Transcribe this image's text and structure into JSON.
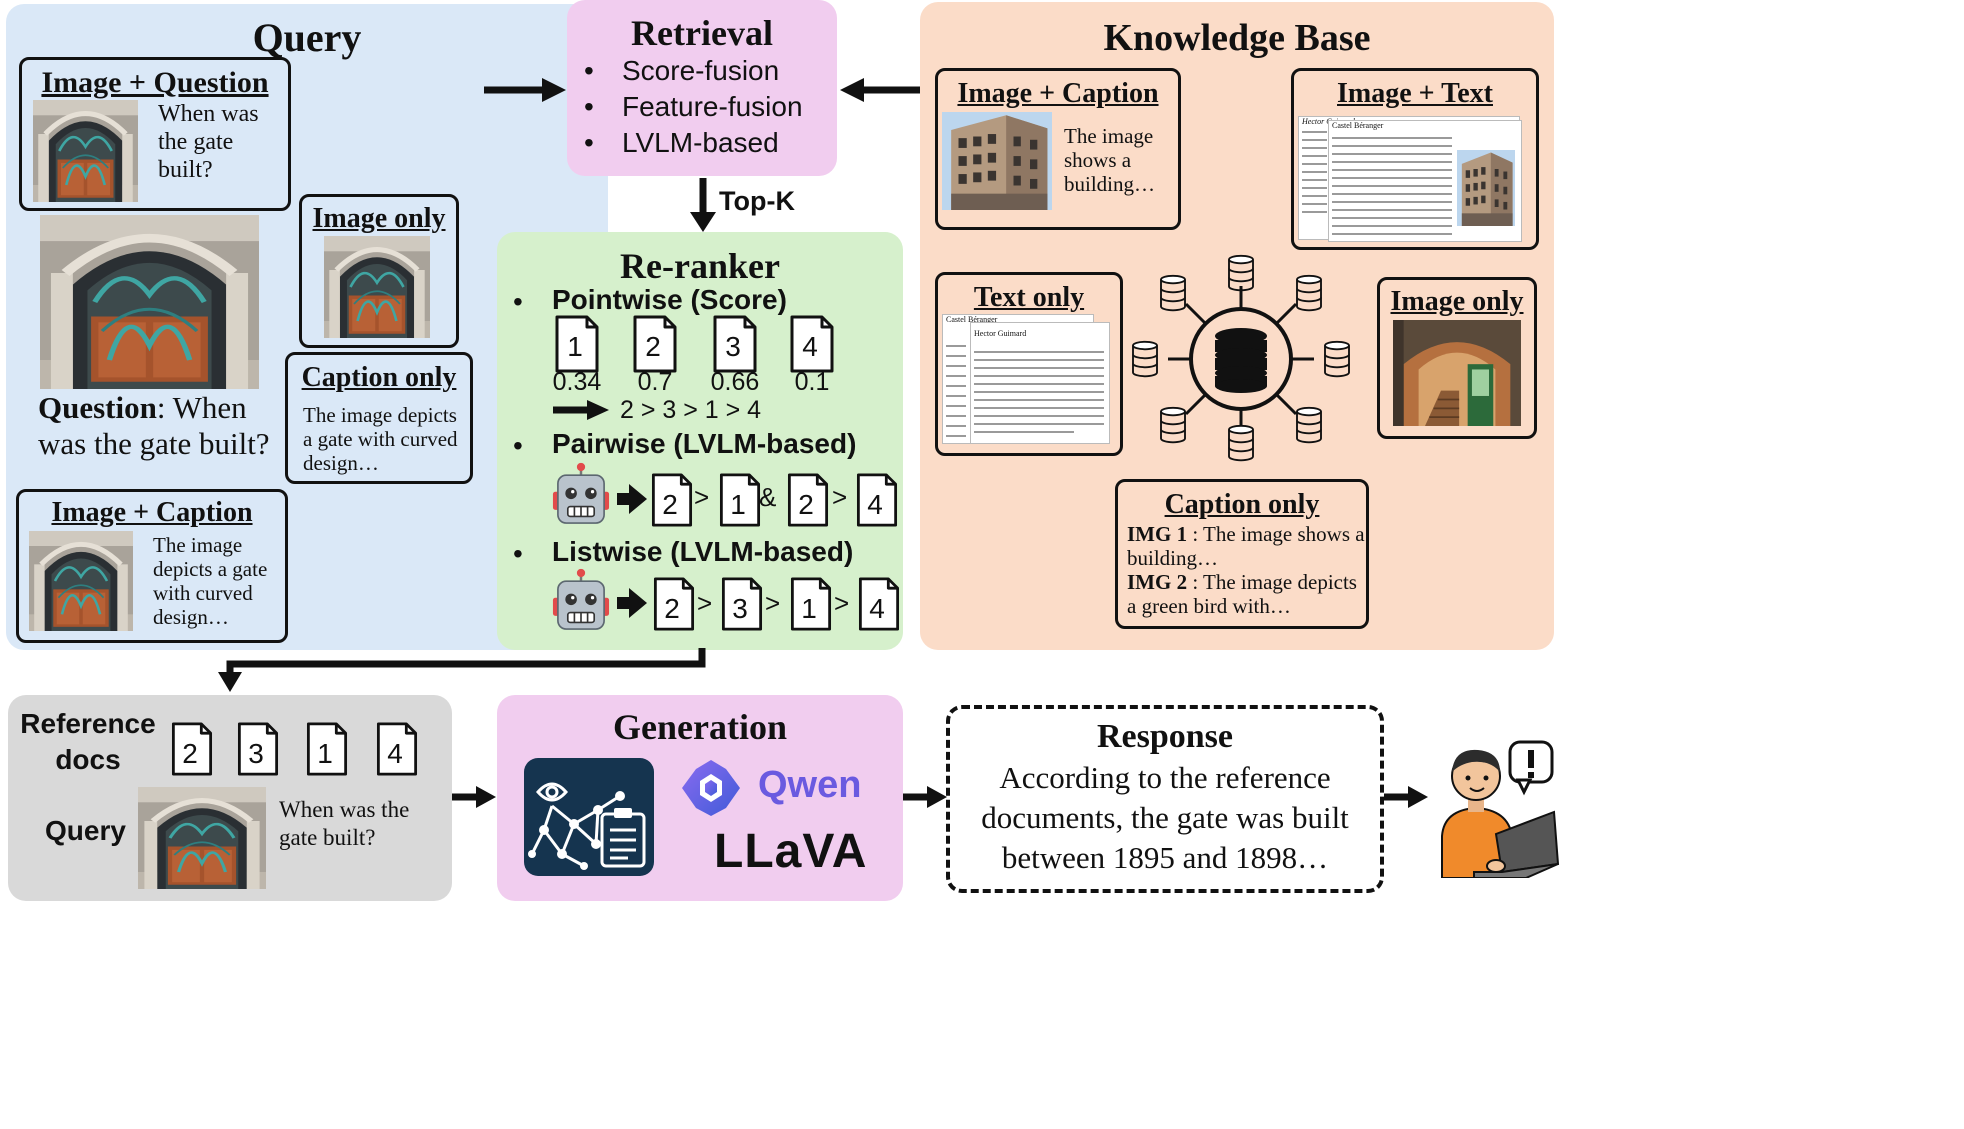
{
  "query": {
    "title": "Query",
    "image_question": {
      "title": "Image + Question",
      "text": "When was the gate built?"
    },
    "image_only": {
      "title": "Image only"
    },
    "question_label": "Question",
    "question_text": ": When was the gate built?",
    "caption_only": {
      "title": "Caption only",
      "text": "The image depicts a gate with curved design…"
    },
    "image_caption": {
      "title": "Image + Caption",
      "text": "The image depicts a gate with curved design…"
    }
  },
  "retrieval": {
    "title": "Retrieval",
    "items": [
      "Score-fusion",
      "Feature-fusion",
      "LVLM-based"
    ],
    "topk_label": "Top-K"
  },
  "knowledge_base": {
    "title": "Knowledge Base",
    "image_caption": {
      "title": "Image + Caption",
      "text": "The image shows a building…"
    },
    "image_text": {
      "title": "Image + Text",
      "wiki_title": "Hector Guimard",
      "wiki_title2": "Castel Béranger"
    },
    "text_only": {
      "title": "Text only",
      "wiki_title": "Castel Béranger",
      "wiki_title2": "Hector Guimard"
    },
    "image_only": {
      "title": "Image only"
    },
    "caption_only": {
      "title": "Caption only",
      "img1_label": "IMG 1",
      "img1_text": " : The image shows a building…",
      "img2_label": "IMG 2",
      "img2_text": " : The image depicts a green bird with…"
    }
  },
  "reranker": {
    "title": "Re-ranker",
    "pointwise": {
      "label": "Pointwise (Score)",
      "docs": [
        "1",
        "2",
        "3",
        "4"
      ],
      "scores": [
        "0.34",
        "0.7",
        "0.66",
        "0.1"
      ],
      "ranking": "2 > 3 > 1 > 4"
    },
    "pairwise": {
      "label": "Pairwise (LVLM-based)",
      "tokens": [
        "2",
        ">",
        "1",
        "&",
        "2",
        ">",
        "4"
      ]
    },
    "listwise": {
      "label": "Listwise (LVLM-based)",
      "tokens": [
        "2",
        ">",
        "3",
        ">",
        "1",
        ">",
        "4"
      ]
    }
  },
  "reference": {
    "title_line1": "Reference",
    "title_line2": "docs",
    "docs": [
      "2",
      "3",
      "1",
      "4"
    ],
    "query_label": "Query",
    "query_text": "When was the gate built?"
  },
  "generation": {
    "title": "Generation",
    "qwen_label": "Qwen",
    "llava_label": "LLaVA"
  },
  "response": {
    "title": "Response",
    "text": "According to the reference documents, the gate was built between 1895 and 1898…"
  },
  "colors": {
    "query_bg": "#dae8f7",
    "retrieval_bg": "#f1cdef",
    "kb_bg": "#fbdcc8",
    "reranker_bg": "#d6f0cc",
    "reference_bg": "#d9d9d9",
    "generation_bg": "#f1cdef",
    "qwen_purple": "#6a5ae0"
  }
}
